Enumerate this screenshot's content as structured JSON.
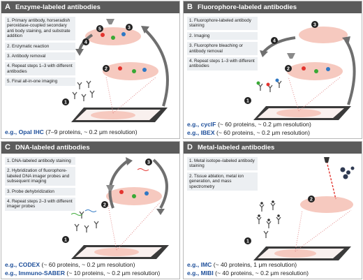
{
  "panels": [
    {
      "letter": "A",
      "title": "Enzyme-labeled antibodies",
      "steps": [
        "1. Primary antibody, horseradish peroxidase-coupled secondary anti body staining, and substrate addition",
        "2. Enzymatic reaction",
        "3. Antibody removal",
        "4. Repeat steps 1–3 with different antibodies",
        "5. Final all-in-one imaging"
      ],
      "footnotes": [
        {
          "bold": "e.g., Opal IHC",
          "text": " (7–9 proteins, ~ 0.2 μm resolution)"
        }
      ],
      "numbers": [
        "1",
        "2",
        "3",
        "4",
        "5"
      ]
    },
    {
      "letter": "B",
      "title": "Fluorophore-labeled antibodies",
      "steps": [
        "1. Fluorophore-labeled antibody staining",
        "2. Imaging",
        "3. Fluorophore bleaching or antibody removal",
        "4. Repeat steps 1–3 with different antibodies"
      ],
      "footnotes": [
        {
          "bold": "e.g., cycIF",
          "text": " (~ 60 proteins, ~ 0.2 μm resolution)"
        },
        {
          "bold": "e.g., IBEX",
          "text": " (~ 60 proteins, ~ 0.2 μm resolution)"
        }
      ],
      "numbers": [
        "1",
        "2",
        "3",
        "4"
      ]
    },
    {
      "letter": "C",
      "title": "DNA-labeled antibodies",
      "steps": [
        "1. DNA-labeled antibody staining",
        "2. Hybridization of fluorophore-labeled DNA imager probes and subsequent imaging",
        "3. Probe dehybridization",
        "4. Repeat steps 2–3 with different imager probes"
      ],
      "footnotes": [
        {
          "bold": "e.g., CODEX",
          "text": " (~ 60 proteins, ~ 0.2 μm resolution)"
        },
        {
          "bold": "e.g., Immuno-SABER",
          "text": " (~ 10 proteins, ~ 0.2 μm resolution)"
        }
      ],
      "numbers": [
        "1",
        "2",
        "3"
      ]
    },
    {
      "letter": "D",
      "title": "Metal-labeled antibodies",
      "steps": [
        "1. Metal isotope–labeled antibody staining",
        "2. Tissue ablation, metal ion generation, and mass spectrometry"
      ],
      "footnotes": [
        {
          "bold": "e.g., IMC",
          "text": " (~ 40 proteins, 1 μm resolution)"
        },
        {
          "bold": "e.g., MIBI",
          "text": " (~ 40 proteins, ~ 0.2 μm resolution)"
        }
      ],
      "numbers": [
        "1",
        "2"
      ]
    }
  ],
  "colors": {
    "header": "#5b5b5b",
    "step_box": "#eceff2",
    "footnote_bold": "#1e4f9a",
    "tissue": "#f6c9bf",
    "slide": "#3a3a3a",
    "cycle_arrow": "#6f6f6f",
    "marker_red": "#e3342f",
    "marker_green": "#39a935",
    "marker_blue": "#2f78c4"
  }
}
